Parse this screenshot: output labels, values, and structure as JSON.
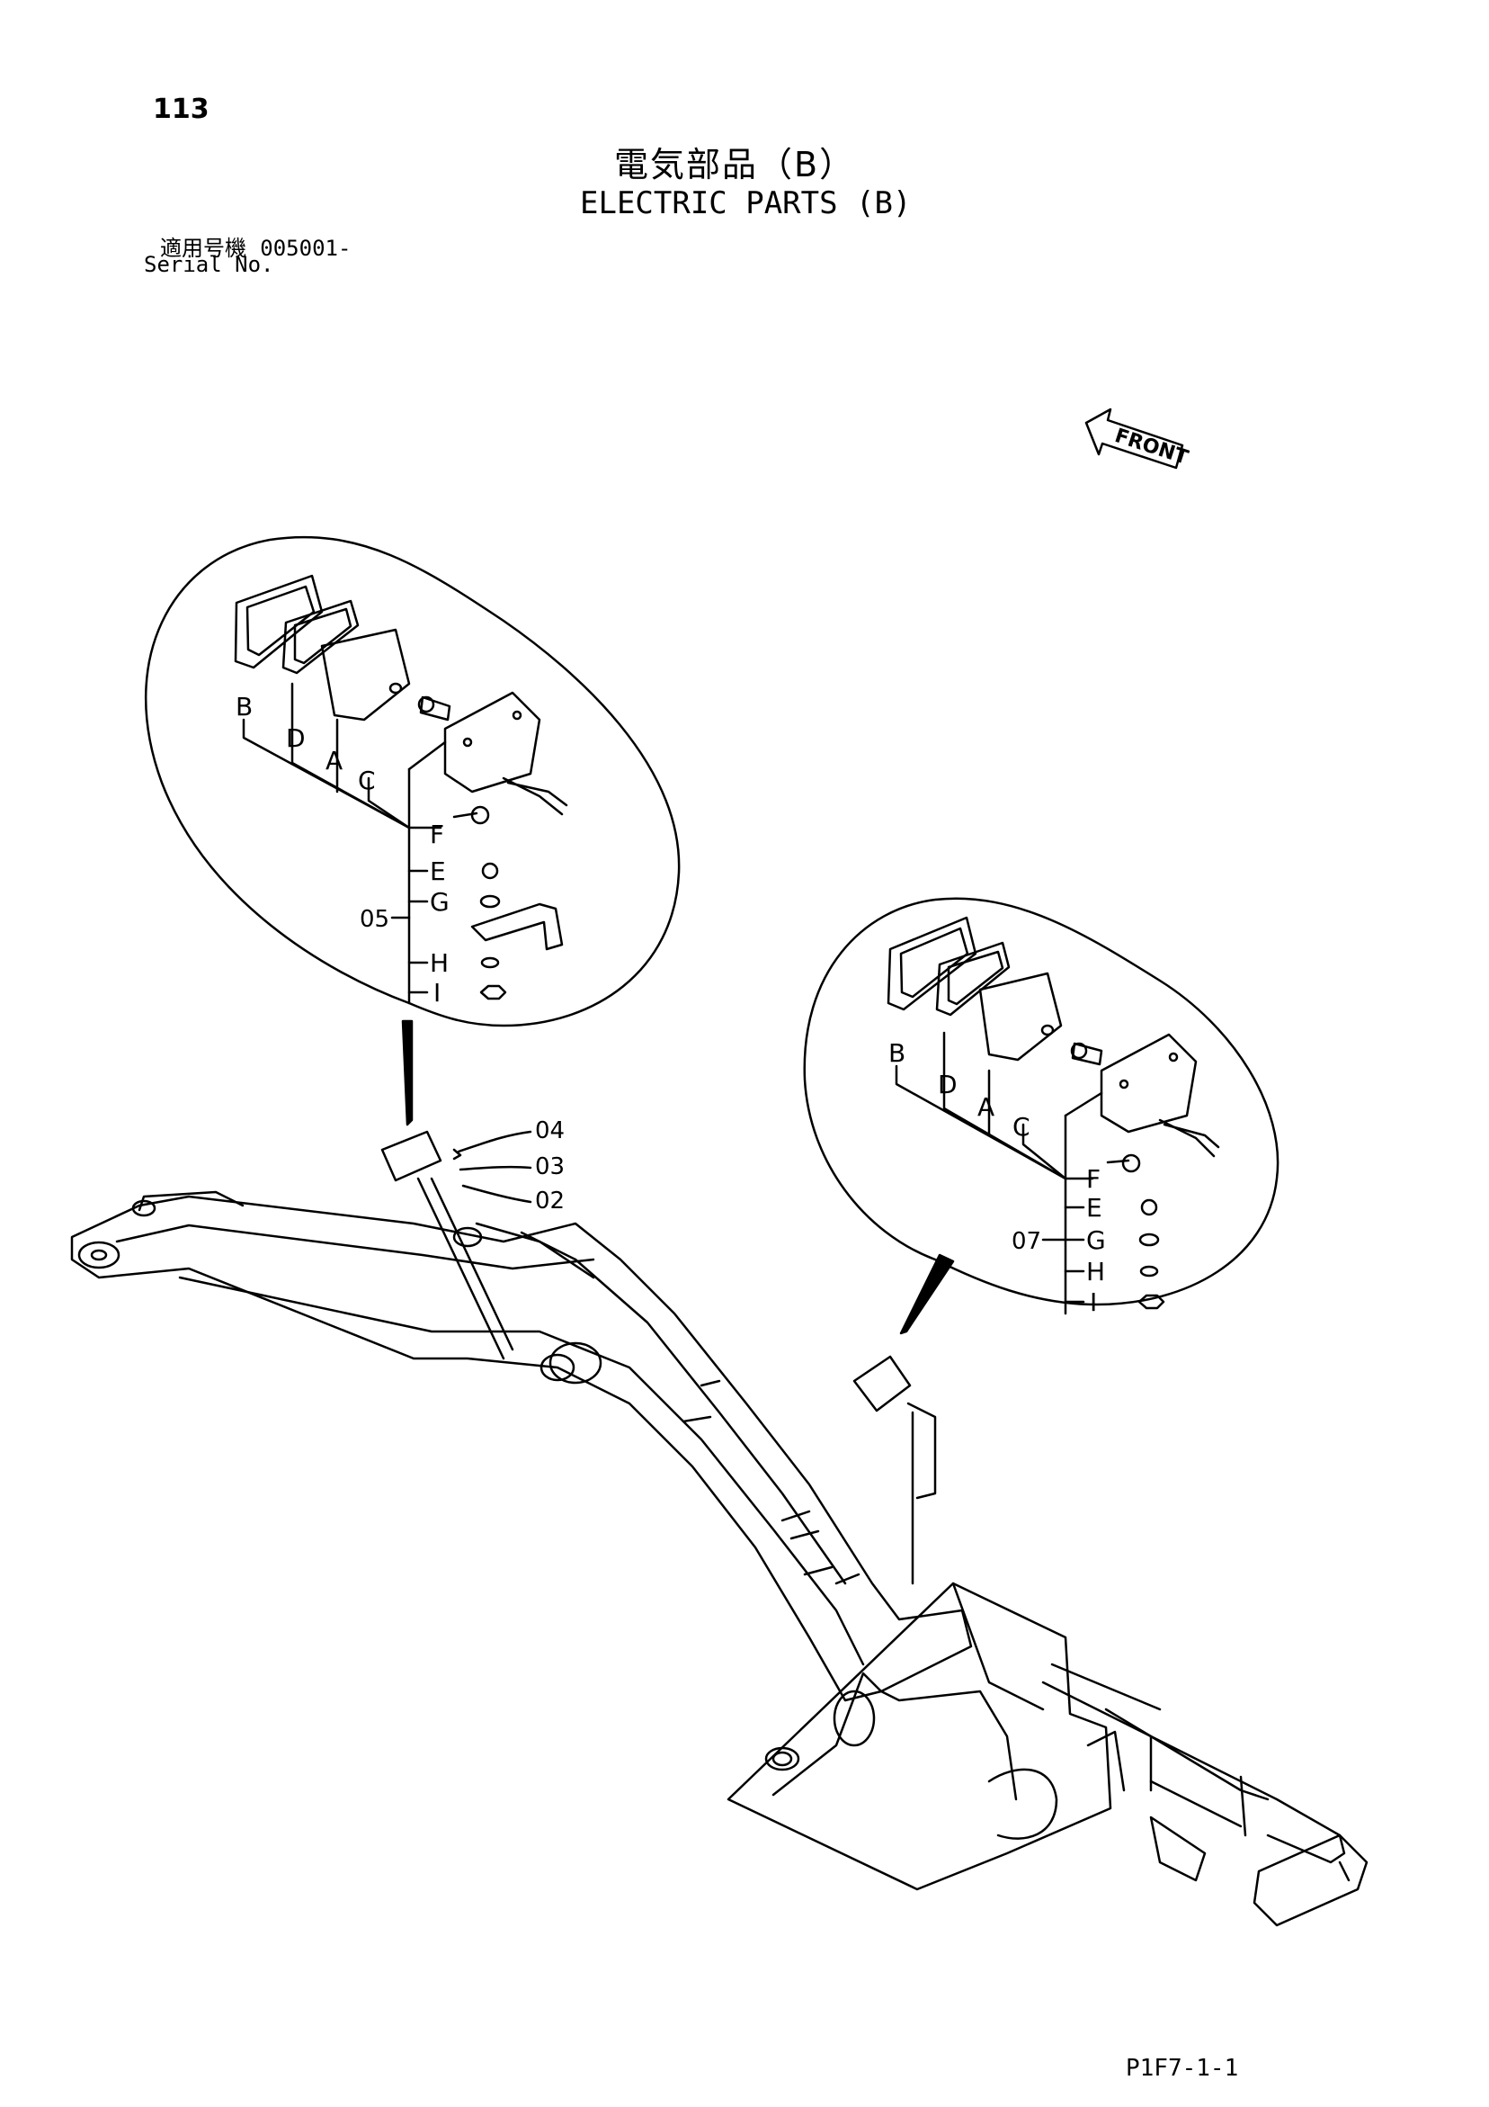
{
  "header": {
    "page_number": "113",
    "title_jp": "電気部品（B）",
    "title_en": "ELECTRIC PARTS (B)",
    "serial_label_jp": "適用号機",
    "serial_value": "005001-",
    "serial_label_en": "Serial No."
  },
  "front_arrow": {
    "label": "FRONT"
  },
  "detail_left": {
    "labels": [
      "B",
      "D",
      "A",
      "C",
      "F",
      "E",
      "G",
      "H",
      "I"
    ],
    "assembly_ref": "05"
  },
  "detail_right": {
    "labels": [
      "B",
      "D",
      "A",
      "C",
      "F",
      "E",
      "G",
      "H",
      "I"
    ],
    "assembly_ref": "07"
  },
  "callouts": [
    "04",
    "03",
    "02"
  ],
  "footer": {
    "drawing_code": "P1F7-1-1"
  }
}
